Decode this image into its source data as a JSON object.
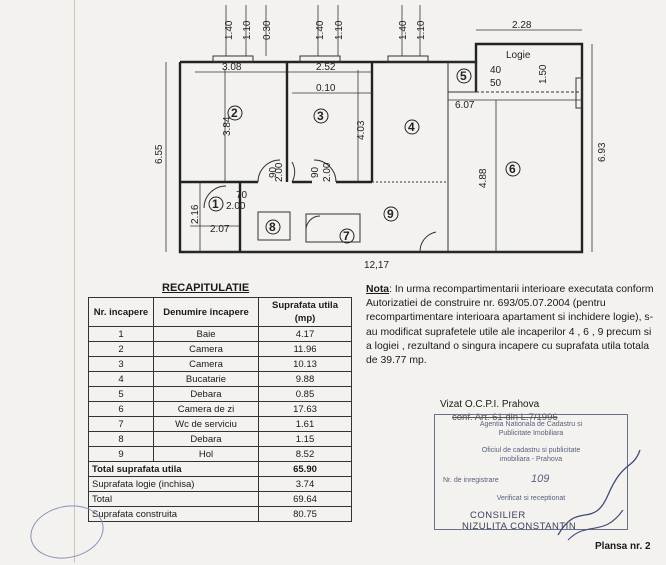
{
  "plan": {
    "dims": {
      "top_window1_a": "1.40",
      "top_window1_b": "1.10",
      "top_030": "0.30",
      "top_window2_a": "1.40",
      "top_window2_b": "1.10",
      "top_window3_a": "1.40",
      "top_window3_b": "1.10",
      "logia_w": "2.28",
      "logia_label": "Logie",
      "logia_h": "1.50",
      "logia_40": "40",
      "logia_50": "50",
      "r2_w": "3.08",
      "r3_w": "2.52",
      "r3_010": "0.10",
      "r6_w": "6.07",
      "r2_h": "3.84",
      "r3_h": "4.03",
      "total_h_left": "6.55",
      "total_h_right": "6.93",
      "r6_h": "4.88",
      "door_90a": "90",
      "door_200a": "2.00",
      "door_90b": "90",
      "door_200b": "2.00",
      "r1_70": "70",
      "r1_200": "2.00",
      "r1_h": "2.16",
      "r1_w": "2.07",
      "total_w": "12,17"
    },
    "rooms": [
      "1",
      "2",
      "3",
      "4",
      "5",
      "6",
      "7",
      "8",
      "9"
    ]
  },
  "recap": {
    "title": "RECAPITULATIE",
    "headers": {
      "nr": "Nr. incapere",
      "name": "Denumire incapere",
      "area": "Suprafata utila (mp)"
    },
    "rows": [
      {
        "nr": "1",
        "name": "Baie",
        "area": "4.17"
      },
      {
        "nr": "2",
        "name": "Camera",
        "area": "11.96"
      },
      {
        "nr": "3",
        "name": "Camera",
        "area": "10.13"
      },
      {
        "nr": "4",
        "name": "Bucatarie",
        "area": "9.88"
      },
      {
        "nr": "5",
        "name": "Debara",
        "area": "0.85"
      },
      {
        "nr": "6",
        "name": "Camera de zi",
        "area": "17.63"
      },
      {
        "nr": "7",
        "name": "Wc de serviciu",
        "area": "1.61"
      },
      {
        "nr": "8",
        "name": "Debara",
        "area": "1.15"
      },
      {
        "nr": "9",
        "name": "Hol",
        "area": "8.52"
      }
    ],
    "totals": [
      {
        "label": "Total suprafata utila",
        "value": "65.90",
        "bold": true
      },
      {
        "label": "Suprafata logie (inchisa)",
        "value": "3.74",
        "bold": false
      },
      {
        "label": "Total",
        "value": "69.64",
        "bold": false
      },
      {
        "label": "Suprafata construita",
        "value": "80.75",
        "bold": false
      }
    ]
  },
  "note": {
    "label": "Nota",
    "text": ": In urma recompartimentarii interioare executata conform Autorizatiei de construire nr. 693/05.07.2004 (pentru recompartimentare interioara apartament si inchidere logie), s-au modificat suprafetele utile  ale incaperilor 4 , 6 , 9 precum si a logiei , rezultand o  singura incapere cu suprafata utila totala de 39.77 mp."
  },
  "vizat": "Vizat O.C.P.I. Prahova",
  "conf": "conf. Art. 61 din L.7/1996",
  "stamp": {
    "line1": "Agentia Nationala de Cadastru si",
    "line2": "Publicitate Imobiliara",
    "line3": "Oficiul de cadastru si publicitate",
    "line4": "imobiliara - Prahova",
    "reg_label": "Nr. de inregistrare",
    "reg_value": "109",
    "checked": "Verificat si receptionat"
  },
  "consilier": "CONSILIER",
  "consilier_name": "NIZULITA CONSTANTIN",
  "plansa": "Plansa nr. 2"
}
